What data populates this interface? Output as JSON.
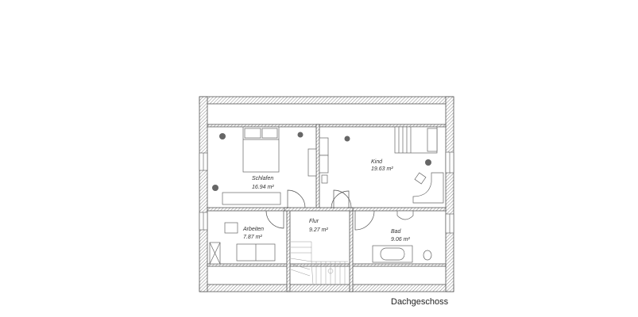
{
  "title": "Dachgeschoss",
  "colors": {
    "wall_line": "#555555",
    "hatch": "#8a8a8a",
    "furniture": "#777777",
    "plant": "#555555",
    "background": "#ffffff"
  },
  "rooms": [
    {
      "name": "Schlafen",
      "area": "16.94 m²"
    },
    {
      "name": "Kind",
      "area": "19.63 m²"
    },
    {
      "name": "Arbeiten",
      "area": "7.87 m²"
    },
    {
      "name": "Flur",
      "area": "9.27 m²"
    },
    {
      "name": "Bad",
      "area": "9.06 m²"
    }
  ]
}
